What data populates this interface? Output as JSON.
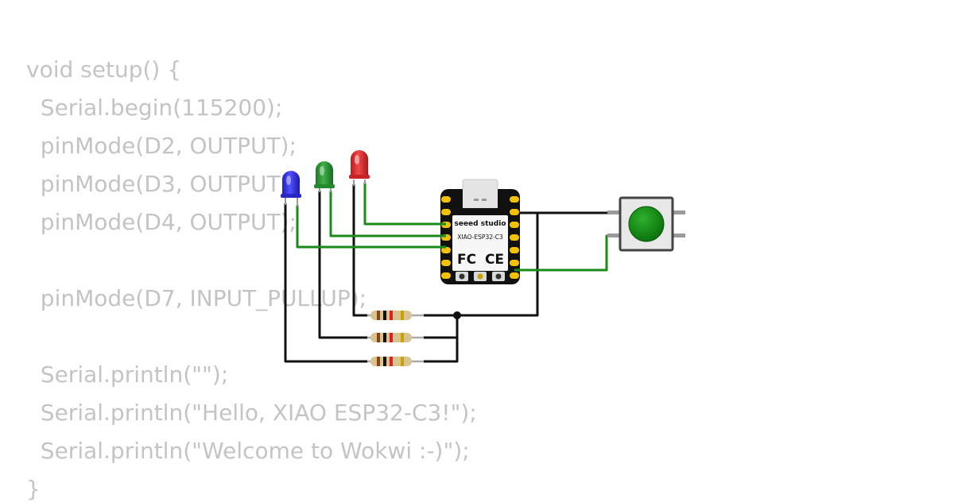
{
  "code": {
    "lines": [
      "void setup() {",
      "  Serial.begin(115200);",
      "  pinMode(D2, OUTPUT);",
      "  pinMode(D3, OUTPUT);",
      "  pinMode(D4, OUTPUT);",
      "",
      "  pinMode(D7, INPUT_PULLUP);",
      "",
      "  Serial.println(\"\");",
      "  Serial.println(\"Hello, XIAO ESP32-C3!\");",
      "  Serial.println(\"Welcome to Wokwi :-)\");",
      "}"
    ]
  },
  "board": {
    "brand": "seeed studio",
    "model": "XIAO-ESP32-C3",
    "marks": [
      "FC",
      "CE"
    ]
  },
  "leds": [
    {
      "name": "blue",
      "color": "#3b3bf0"
    },
    {
      "name": "green",
      "color": "#2e9a36"
    },
    {
      "name": "red",
      "color": "#e53030"
    }
  ],
  "button": {
    "cap_color": "#118c11"
  },
  "wire_colors": {
    "signal": "#1a8a1a",
    "ground": "#111111"
  }
}
